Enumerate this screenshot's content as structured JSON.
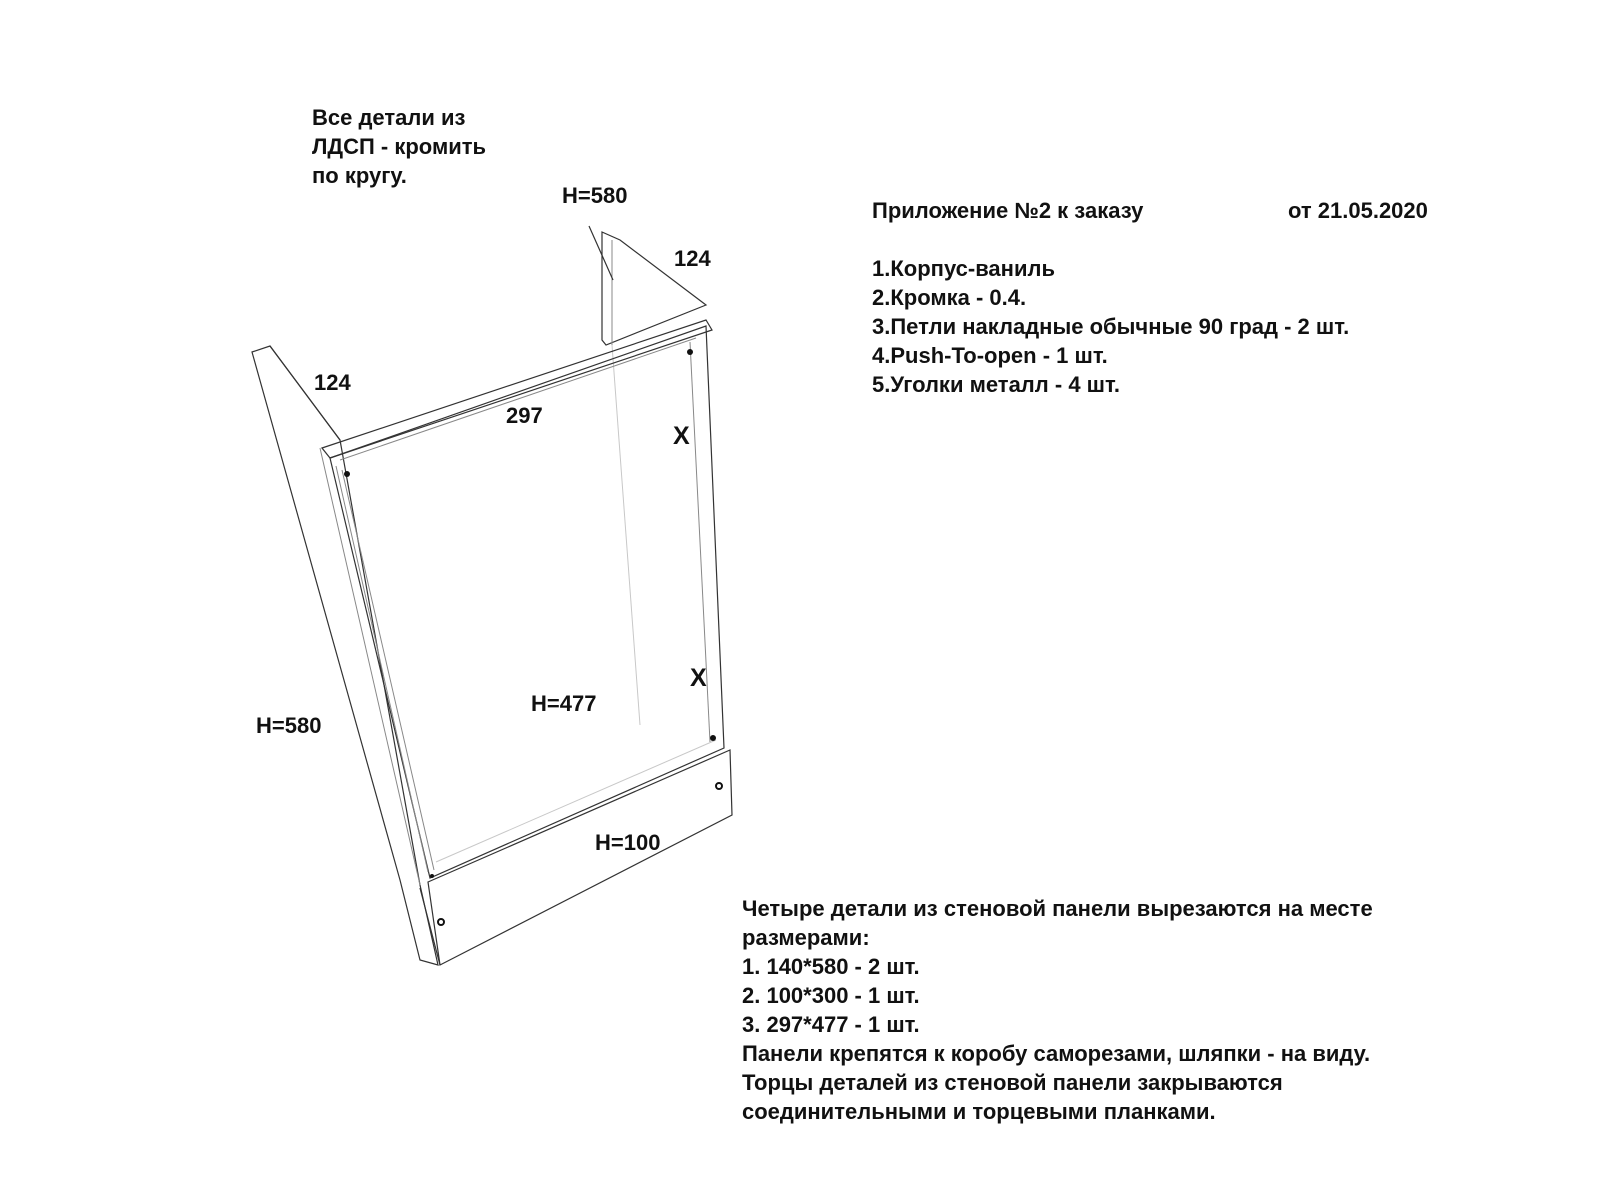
{
  "note": {
    "lines": [
      "Все детали из",
      "ЛДСП - кромить",
      "по кругу."
    ]
  },
  "header": {
    "title": "Приложение №2 к заказу",
    "date": "от 21.05.2020"
  },
  "spec_list": [
    "1.Корпус-ваниль",
    "2.Кромка - 0.4.",
    "3.Петли накладные обычные 90 град - 2 шт.",
    "4.Push-To-open - 1 шт.",
    "5.Уголки металл - 4 шт."
  ],
  "dimensions": {
    "h580_top": "H=580",
    "depth_right": "124",
    "depth_left": "124",
    "width_top": "297",
    "h580_left": "H=580",
    "h477": "H=477",
    "h100": "H=100"
  },
  "marks": {
    "x1": "X",
    "x2": "X"
  },
  "wall_panel_note": {
    "lines": [
      "Четыре детали из стеновой панели вырезаются на месте",
      "размерами:",
      "1. 140*580 - 2 шт.",
      "2. 100*300 - 1 шт.",
      "3. 297*477 - 1 шт.",
      "Панели крепятся к коробу саморезами, шляпки - на виду.",
      "Торцы деталей из стеновой панели закрываются",
      "соединительными и торцевыми планками."
    ]
  }
}
